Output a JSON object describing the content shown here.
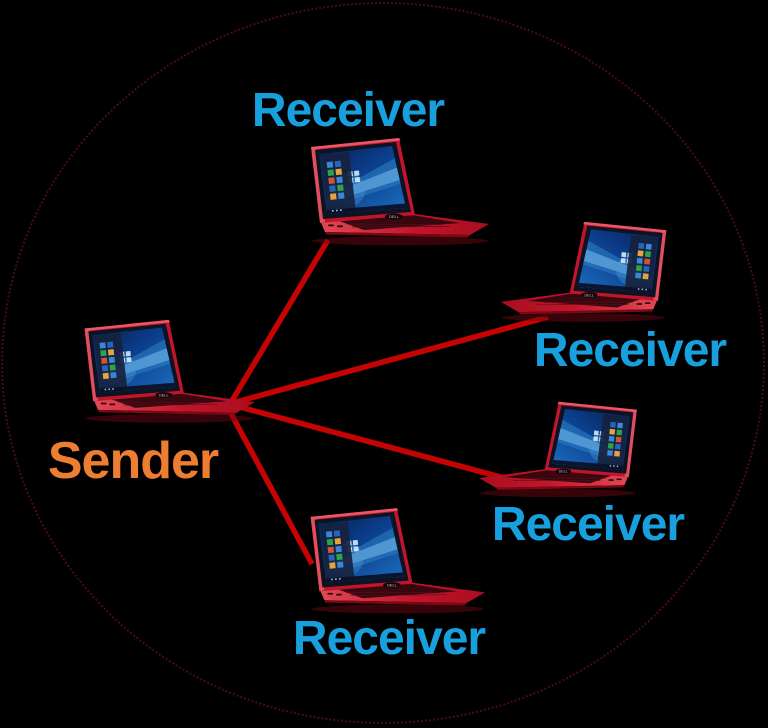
{
  "diagram": {
    "type": "network-topology-multicast",
    "boundary_shape": "circle",
    "nodes": [
      {
        "id": "sender",
        "label": "Sender",
        "role": "sender",
        "position": "middle-left"
      },
      {
        "id": "receiver-top",
        "label": "Receiver",
        "role": "receiver",
        "position": "top-center"
      },
      {
        "id": "receiver-right-upper",
        "label": "Receiver",
        "role": "receiver",
        "position": "right-upper"
      },
      {
        "id": "receiver-right-lower",
        "label": "Receiver",
        "role": "receiver",
        "position": "right-lower"
      },
      {
        "id": "receiver-bottom",
        "label": "Receiver",
        "role": "receiver",
        "position": "bottom-center"
      }
    ],
    "links": [
      {
        "from": "sender",
        "to": "receiver-top"
      },
      {
        "from": "sender",
        "to": "receiver-right-upper"
      },
      {
        "from": "sender",
        "to": "receiver-right-lower"
      },
      {
        "from": "sender",
        "to": "receiver-bottom"
      }
    ],
    "device": {
      "kind": "red Dell 2-in-1 laptop",
      "brand_label": "DELL",
      "screen_content": "Windows 10 desktop with Start menu tiles"
    }
  },
  "colors": {
    "background": "#000000",
    "boundary": "#4a0d0d",
    "link": "#c50303",
    "sender_label": "#ed7d31",
    "receiver_label": "#18a0de",
    "laptop_body": "#c2152b"
  }
}
